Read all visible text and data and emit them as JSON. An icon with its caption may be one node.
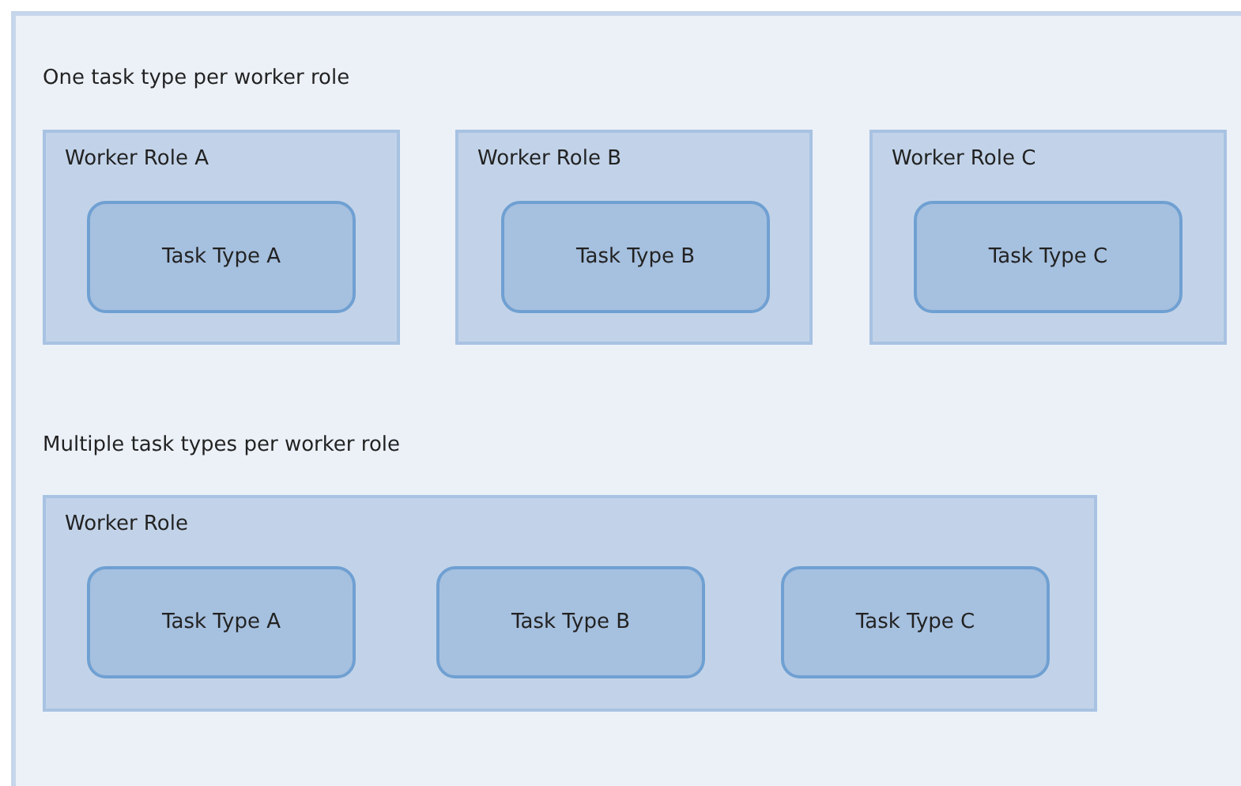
{
  "diagram": {
    "nodes": [
      {
        "text": [
          "One task type per worker role",
          "Multiple task types per worker role"
        ]
      },
      {
        "text": [
          "Worker Role A"
        ],
        "in": 0
      },
      {
        "text": [
          "Task Type A"
        ],
        "in": 1
      },
      {
        "text": [
          "Worker Role B"
        ],
        "in": 0
      },
      {
        "text": [
          "Task Type B"
        ],
        "in": 3
      },
      {
        "text": [
          "Worker Role C"
        ],
        "in": 0
      },
      {
        "text": [
          "Task Type C"
        ],
        "in": 5
      },
      {
        "text": [
          "Worker Role"
        ],
        "in": 0
      },
      {
        "text": [
          "Task Type A"
        ],
        "in": 7
      },
      {
        "text": [
          "Task Type B"
        ],
        "in": 7
      },
      {
        "text": [
          "Task Type C"
        ],
        "in": 7
      }
    ]
  }
}
